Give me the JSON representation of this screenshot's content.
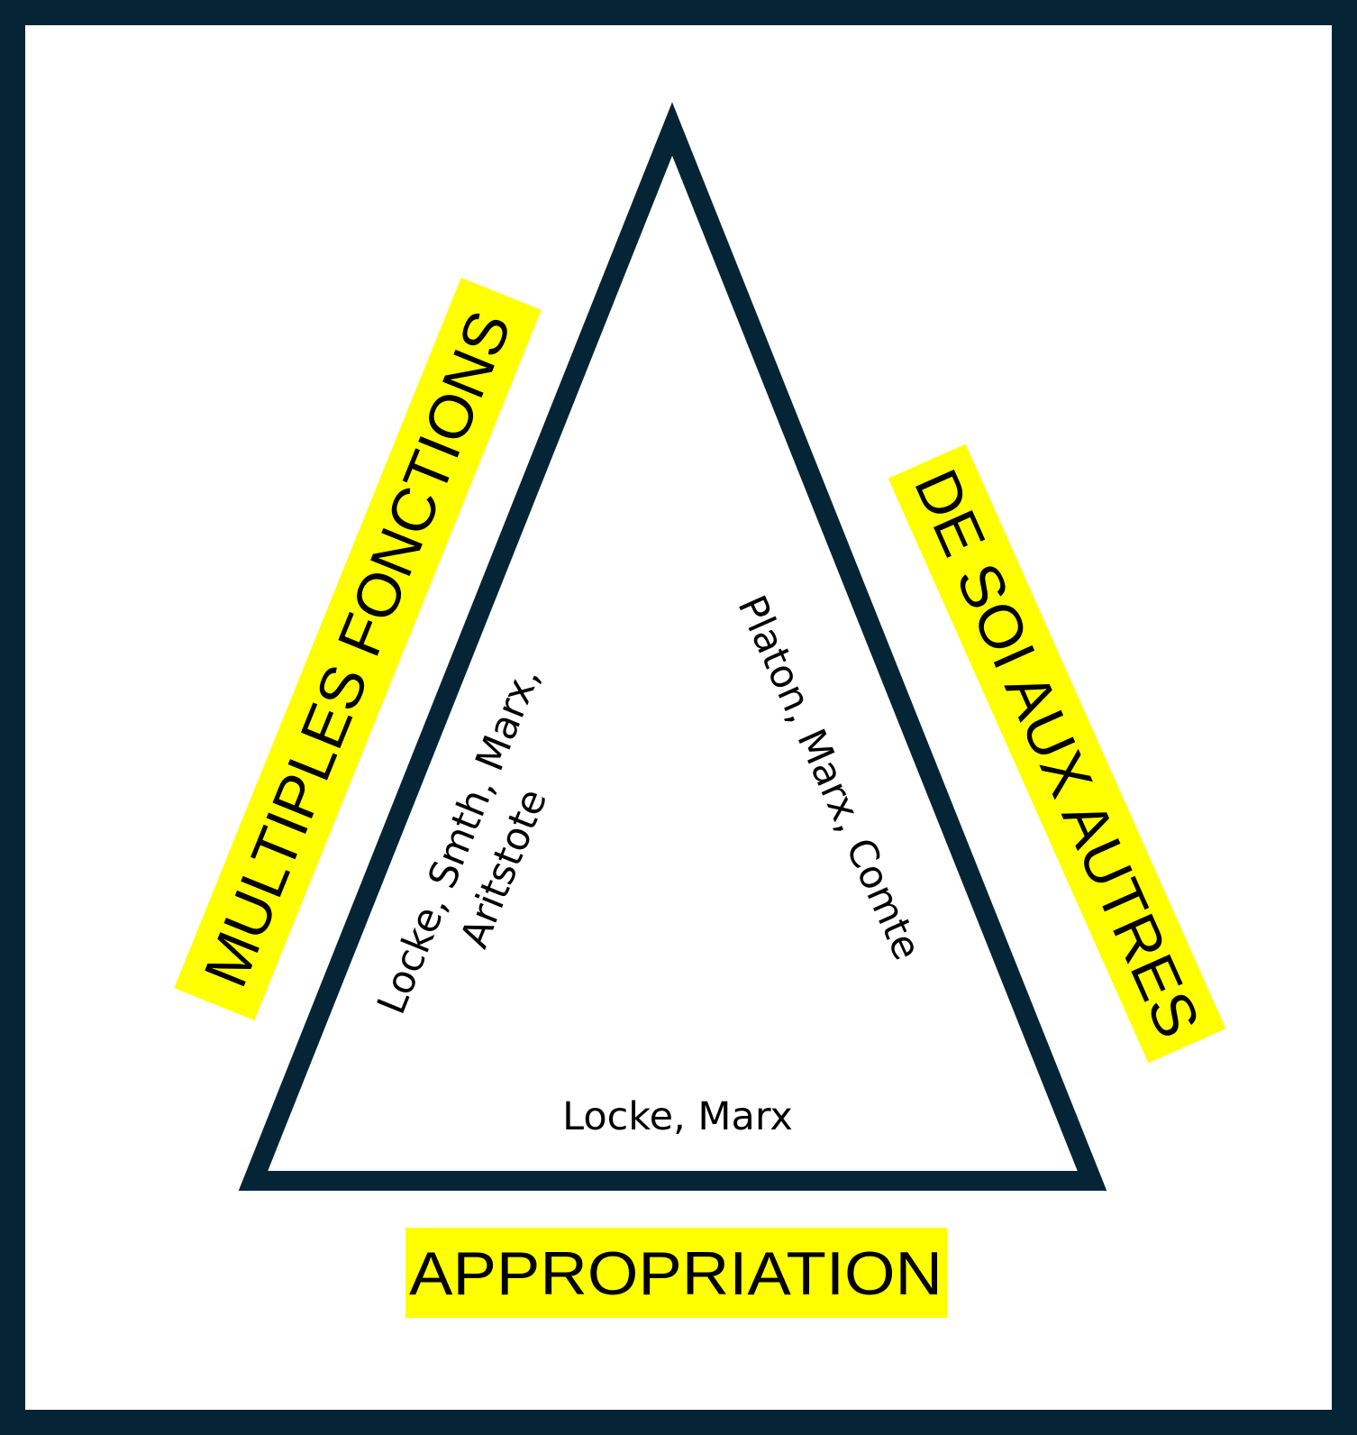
{
  "colors": {
    "frame": "#052536",
    "triangle_stroke": "#052536",
    "highlight": "#ffff00",
    "text": "#000000",
    "background": "#ffffff"
  },
  "diagram": {
    "left_side_label": "MULTIPLES FONCTIONS",
    "right_side_label": "DE SOI AUX AUTRES",
    "bottom_label": "APPROPRIATION",
    "inner_left_line1": "Locke, Smth, Marx,",
    "inner_left_line2": "Aritstote",
    "inner_right": "Platon, Marx, Comte",
    "inner_bottom": "Locke, Marx"
  }
}
